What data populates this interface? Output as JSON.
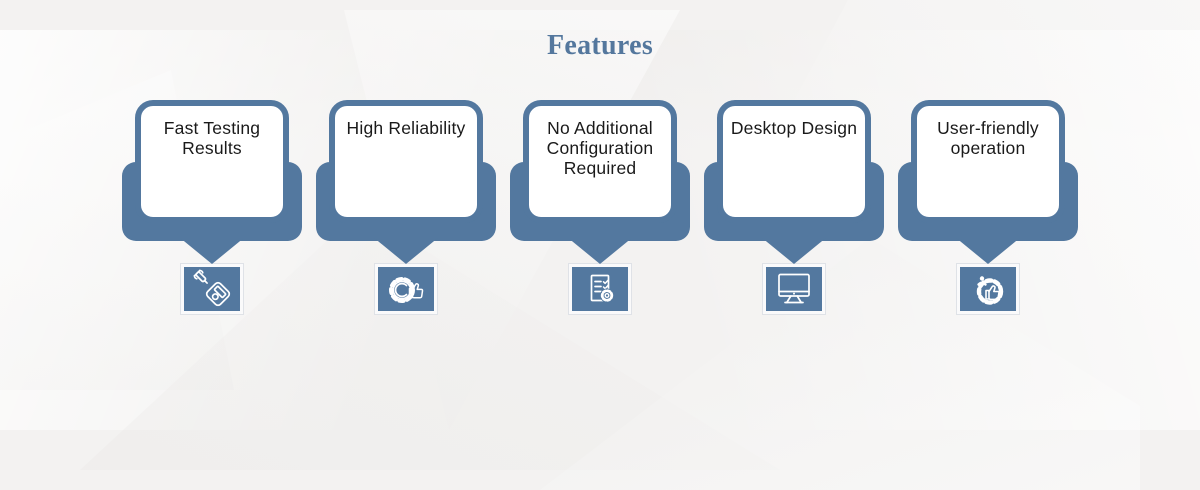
{
  "title": "Features",
  "colors": {
    "accent": "#53789f",
    "title": "#54779d",
    "bg": "#f3f2f1",
    "text": "#1a1a1a"
  },
  "features": [
    {
      "label": "Fast Testing Results",
      "icon": "testing-device-icon"
    },
    {
      "label": "High Reliability",
      "icon": "gear-thumbs-up-icon"
    },
    {
      "label": "No Additional Configuration Required",
      "icon": "checklist-gear-icon"
    },
    {
      "label": "Desktop Design",
      "icon": "desktop-monitor-icon"
    },
    {
      "label": "User-friendly operation",
      "icon": "user-thumbs-up-gear-icon"
    }
  ]
}
